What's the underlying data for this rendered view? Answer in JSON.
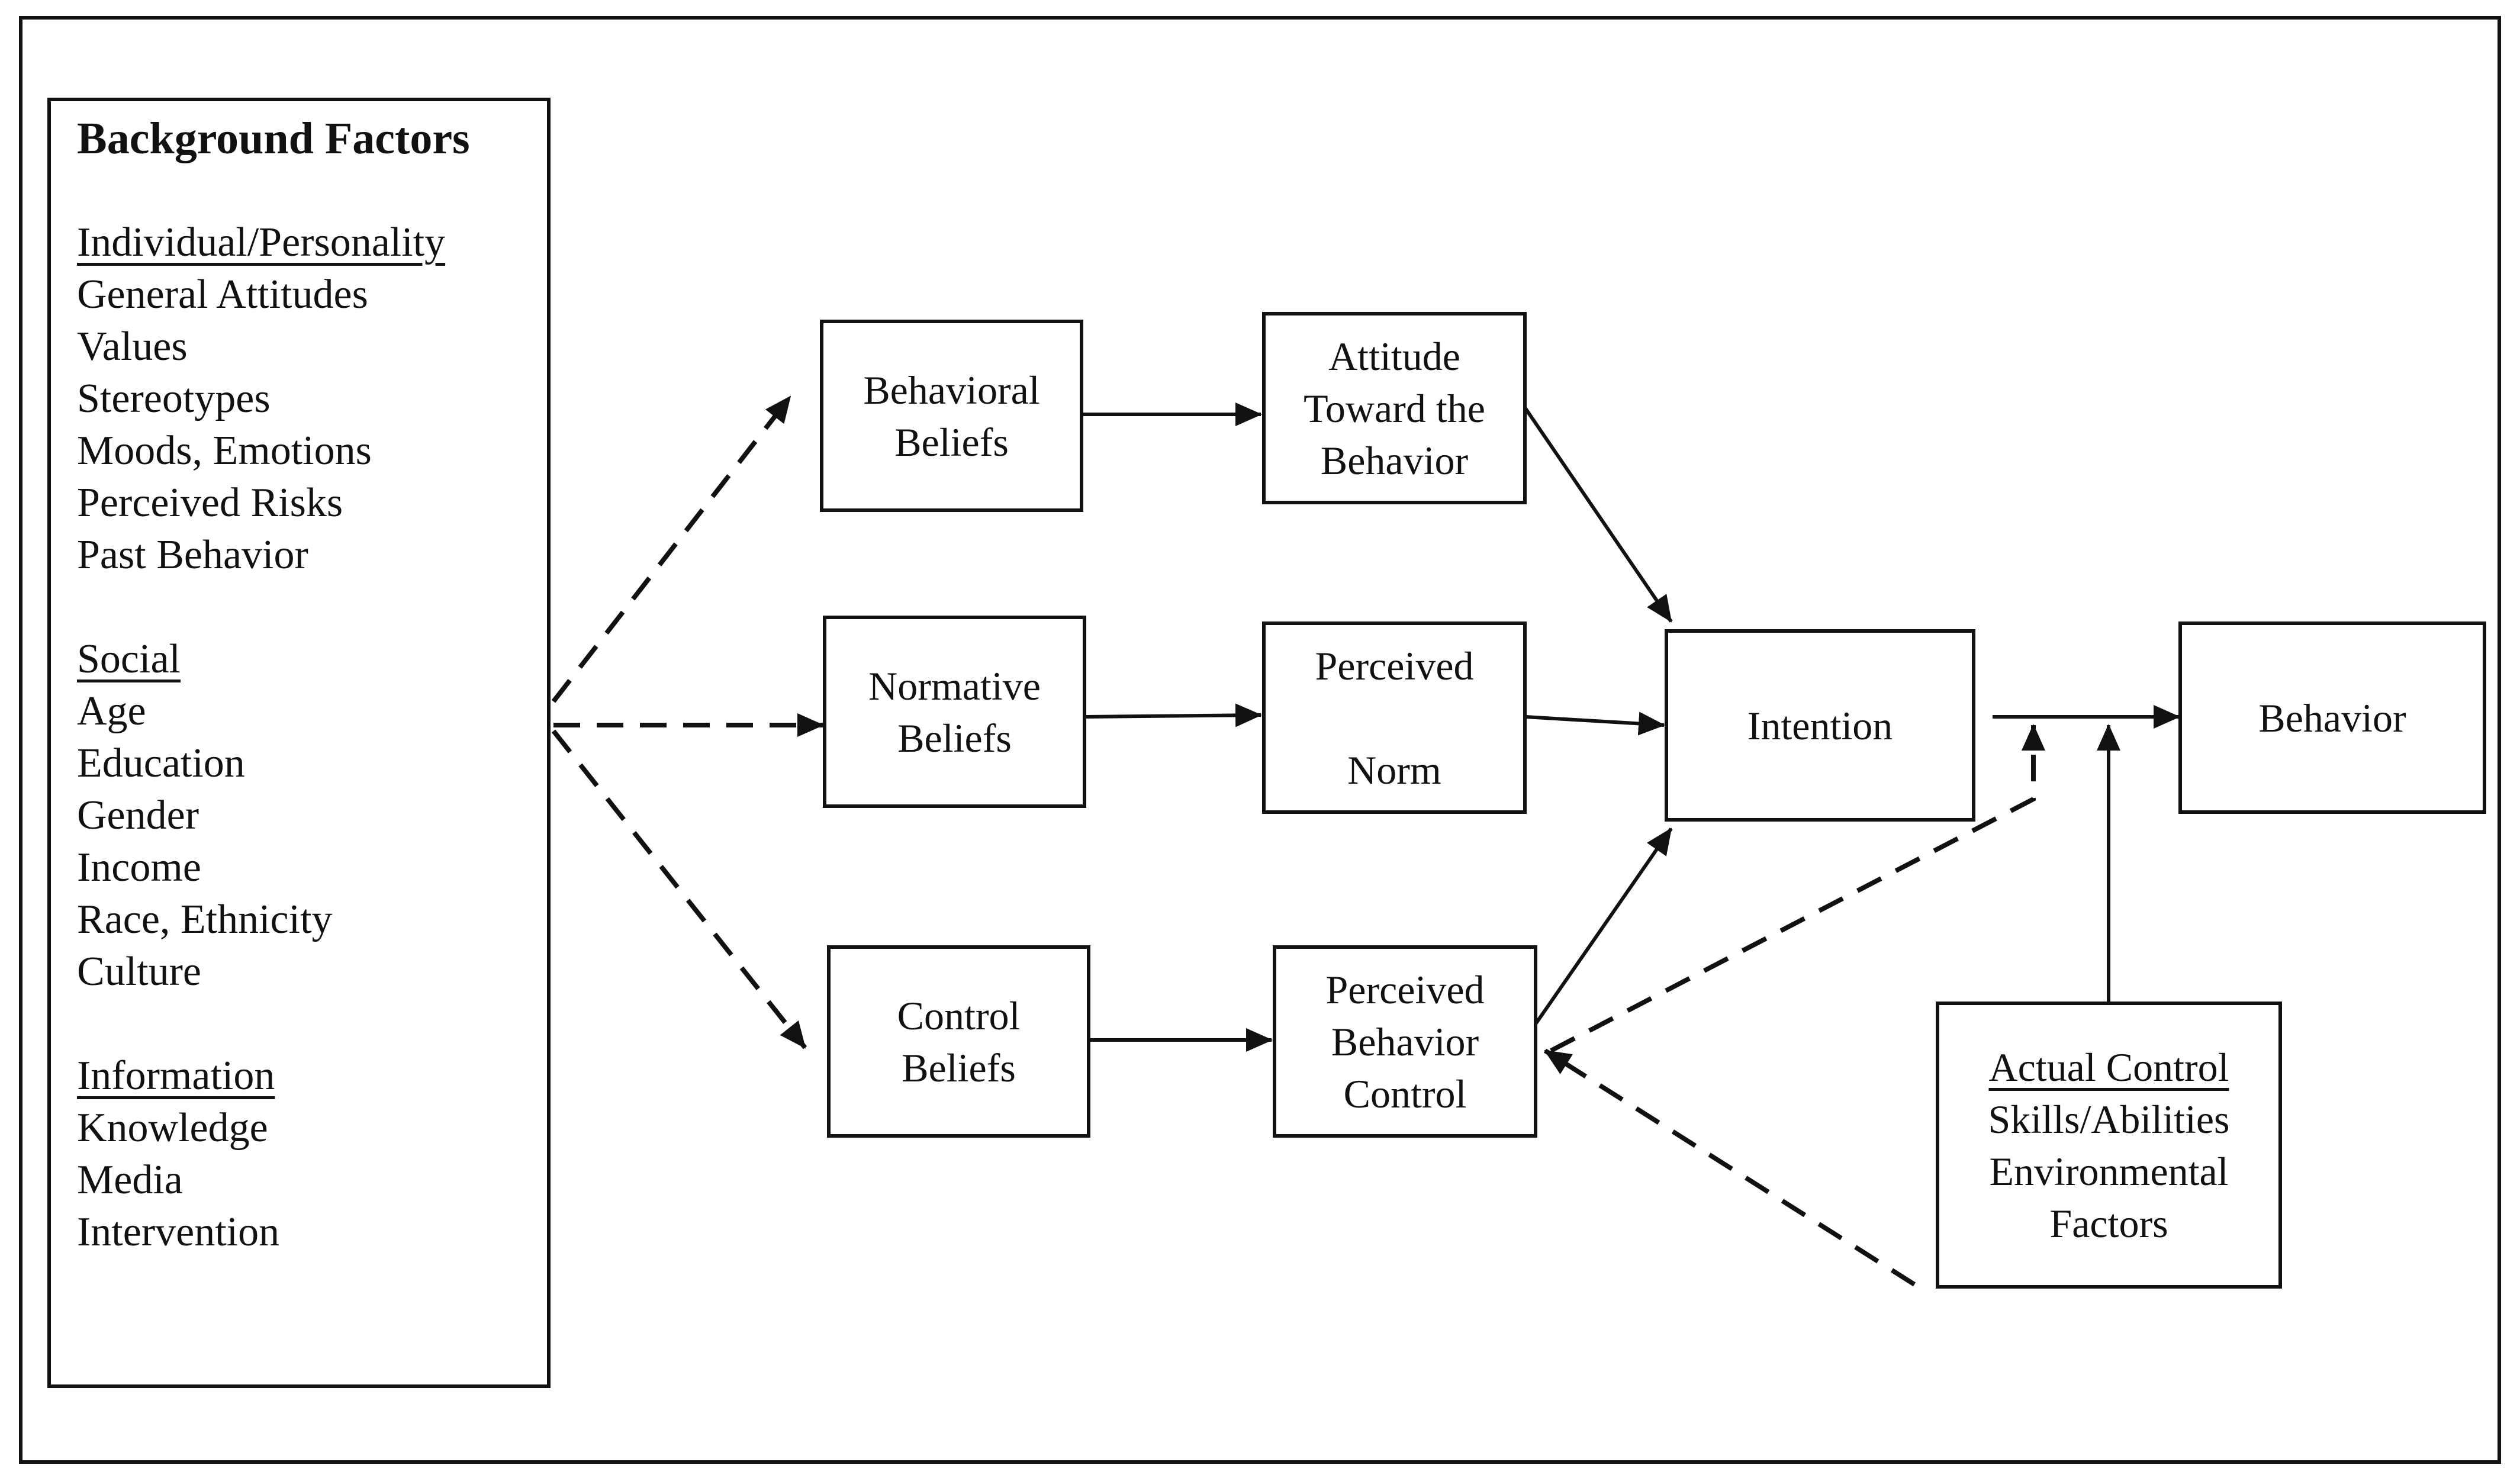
{
  "background": {
    "title": "Background Factors",
    "groups": [
      {
        "heading": "Individual/Personality",
        "items": [
          "General Attitudes",
          "Values",
          "Stereotypes",
          "Moods, Emotions",
          "Perceived Risks",
          "Past Behavior"
        ]
      },
      {
        "heading": "Social",
        "items": [
          "Age",
          "Education",
          "Gender",
          "Income",
          "Race, Ethnicity",
          "Culture"
        ]
      },
      {
        "heading": "Information",
        "items": [
          "Knowledge",
          "Media",
          "Intervention"
        ]
      }
    ]
  },
  "nodes": {
    "behavioral_beliefs": [
      "Behavioral",
      "Beliefs"
    ],
    "normative_beliefs": [
      "Normative",
      "Beliefs"
    ],
    "control_beliefs": [
      "Control",
      "Beliefs"
    ],
    "attitude": [
      "Attitude",
      "Toward the",
      "Behavior"
    ],
    "perceived_norm": [
      "Perceived",
      "",
      "Norm"
    ],
    "perceived_control": [
      "Perceived",
      "Behavior",
      "Control"
    ],
    "intention": "Intention",
    "behavior": "Behavior",
    "actual_control": {
      "heading": "Actual Control",
      "lines": [
        "Skills/Abilities",
        "Environmental",
        "Factors"
      ]
    }
  },
  "colors": {
    "stroke": "#111111",
    "background": "#ffffff"
  }
}
